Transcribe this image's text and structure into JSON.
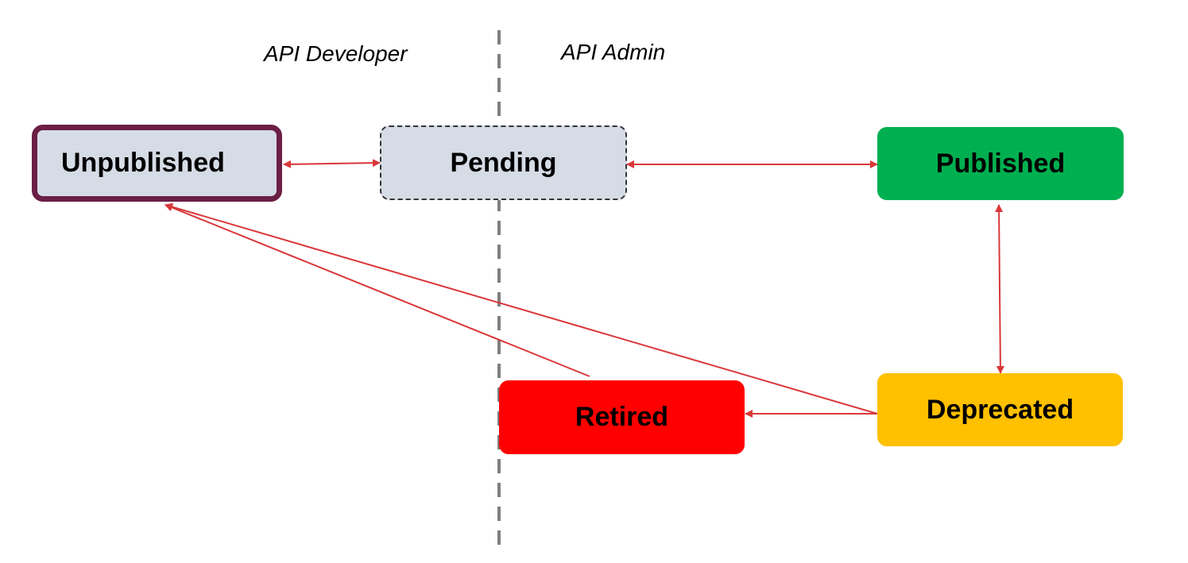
{
  "roles": {
    "developer": "API Developer",
    "admin": "API Admin"
  },
  "states": {
    "unpublished": {
      "label": "Unpublished",
      "fill": "#d6dce5",
      "border": "#6b1f45"
    },
    "pending": {
      "label": "Pending",
      "fill": "#d6dce5",
      "border": "#333333"
    },
    "published": {
      "label": "Published",
      "fill": "#00b050"
    },
    "deprecated": {
      "label": "Deprecated",
      "fill": "#ffc000"
    },
    "retired": {
      "label": "Retired",
      "fill": "#ff0000"
    }
  },
  "colors": {
    "arrow": "#d9383a",
    "divider": "#7f7f7f"
  },
  "transitions": [
    {
      "from": "Unpublished",
      "to": "Pending",
      "bidirectional": true
    },
    {
      "from": "Pending",
      "to": "Published",
      "bidirectional": true
    },
    {
      "from": "Published",
      "to": "Deprecated",
      "bidirectional": true
    },
    {
      "from": "Deprecated",
      "to": "Retired",
      "bidirectional": false
    },
    {
      "from": "Deprecated",
      "to": "Unpublished",
      "bidirectional": false
    },
    {
      "from": "Retired",
      "to": "Unpublished",
      "bidirectional": false
    }
  ]
}
